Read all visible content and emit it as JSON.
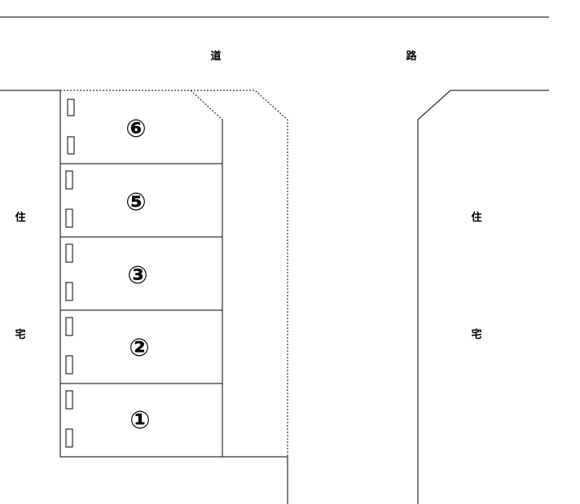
{
  "road": {
    "label_left": "道",
    "label_right": "路"
  },
  "houses": {
    "left": {
      "label_top": "住",
      "label_bottom": "宅"
    },
    "right": {
      "label_top": "住",
      "label_bottom": "宅"
    }
  },
  "lots": [
    {
      "number": "⑥"
    },
    {
      "number": "⑤"
    },
    {
      "number": "③"
    },
    {
      "number": "②"
    },
    {
      "number": "①"
    }
  ],
  "colors": {
    "line": "#000000",
    "background": "#ffffff"
  }
}
